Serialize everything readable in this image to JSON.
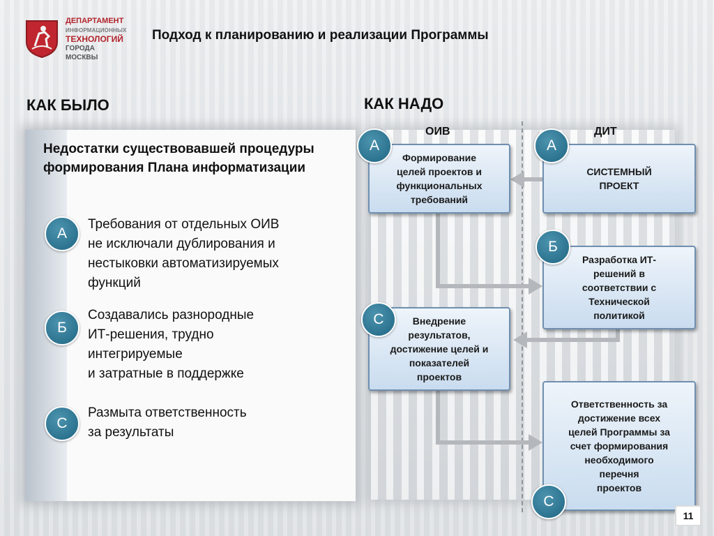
{
  "header": {
    "dept_line1": "ДЕПАРТАМЕНТ",
    "dept_line2": "ИНФОРМАЦИОННЫХ",
    "dept_line3": "ТЕХНОЛОГИЙ",
    "dept_line4": "ГОРОДА МОСКВЫ",
    "title": "Подход к планированию и реализации Программы"
  },
  "left": {
    "title": "КАК БЫЛО",
    "heading": "Недостатки существовавшей процедуры формирования Плана информатизации",
    "items": [
      {
        "marker": "А",
        "lines": [
          "Требования от отдельных ОИВ",
          "не исключали дублирования и",
          "нестыковки автоматизируемых",
          "функций"
        ]
      },
      {
        "marker": "Б",
        "lines": [
          "Создавались разнородные",
          "ИТ-решения, трудно",
          "интегрируемые",
          "и затратные в поддержке"
        ]
      },
      {
        "marker": "С",
        "lines": [
          "Размыта ответственность",
          "за результаты"
        ]
      }
    ]
  },
  "right": {
    "title": "КАК НАДО",
    "col_oiv": "ОИВ",
    "col_dit": "ДИТ",
    "box_oiv_a": {
      "marker": "А",
      "lines": [
        "Формирование",
        "целей проектов и",
        "функциональных",
        "требований"
      ]
    },
    "box_dit_a": {
      "marker": "А",
      "lines": [
        "СИСТЕМНЫЙ",
        "ПРОЕКТ"
      ]
    },
    "box_dit_b": {
      "marker": "Б",
      "lines": [
        "Разработка ИТ-",
        "решений в",
        "соответствии с",
        "Технической",
        "политикой"
      ]
    },
    "box_oiv_c": {
      "marker": "С",
      "lines": [
        "Внедрение",
        "результатов,",
        "достижение целей и",
        "показателей",
        "проектов"
      ]
    },
    "box_dit_c": {
      "marker": "С",
      "lines": [
        "Ответственность за",
        "достижение всех",
        "целей Программы за",
        "счет формирования",
        "необходимого",
        "перечня",
        "проектов"
      ]
    }
  },
  "footer": {
    "page": "11"
  },
  "colors": {
    "marker": "#1f6683",
    "box_border": "#6f8fb0",
    "arrow": "#b4b8bc",
    "brand_red": "#b3242c"
  }
}
